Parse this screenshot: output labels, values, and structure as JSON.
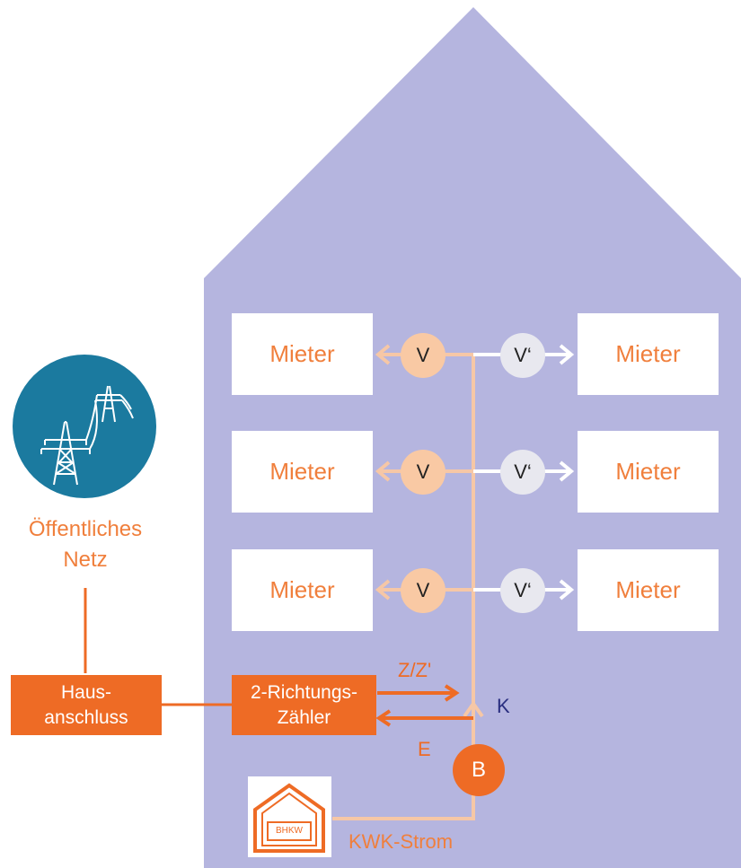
{
  "colors": {
    "house": "#b5b5df",
    "accent_orange": "#ee6b25",
    "light_orange_circle": "#f9c9a4",
    "light_grey_circle": "#e8e8ef",
    "line_light": "#f6c7a6",
    "line_white": "#ffffff",
    "network_circle": "#1b7a9f",
    "text_orange": "#f07f3c",
    "text_blue": "#2a2f80"
  },
  "network": {
    "icon": "power-pylon-icon",
    "label_line1": "Öffentliches",
    "label_line2": "Netz"
  },
  "hausanschluss": {
    "line1": "Haus-",
    "line2": "anschluss"
  },
  "zaehler": {
    "line1": "2-Richtungs-",
    "line2": "Zähler"
  },
  "flow_labels": {
    "zz": "Z/Z'",
    "e": "E",
    "k": "K"
  },
  "battery_label": "B",
  "bhkw": {
    "icon": "bhkw-house-icon",
    "text": "BHKW"
  },
  "kwk_label": "KWK-Strom",
  "rows": [
    {
      "left_tenant": "Mieter",
      "meter_left": "V",
      "meter_right": "V‘",
      "right_tenant": "Mieter"
    },
    {
      "left_tenant": "Mieter",
      "meter_left": "V",
      "meter_right": "V‘",
      "right_tenant": "Mieter"
    },
    {
      "left_tenant": "Mieter",
      "meter_left": "V",
      "meter_right": "V‘",
      "right_tenant": "Mieter"
    }
  ]
}
